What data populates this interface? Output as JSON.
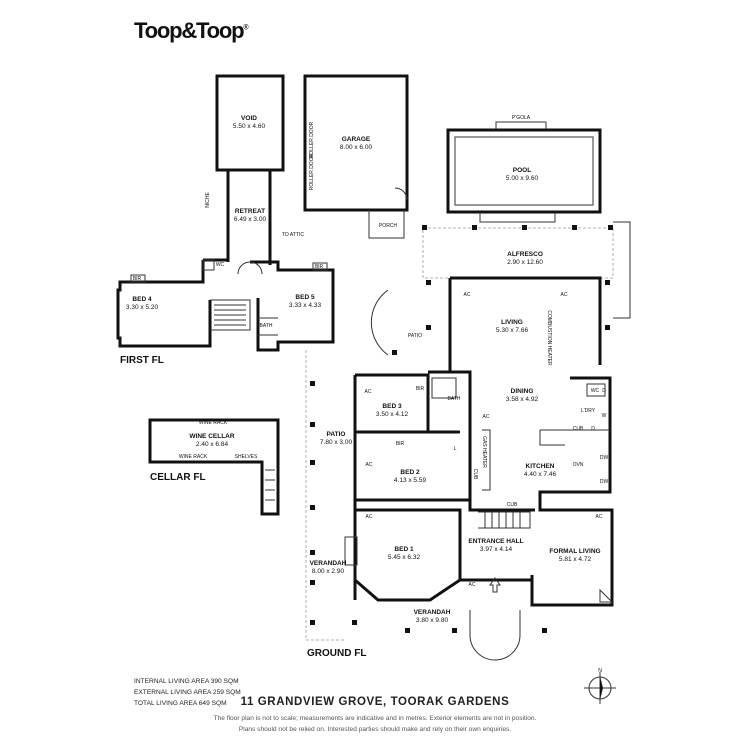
{
  "brand": {
    "logo": "Toop&Toop",
    "reg": "®"
  },
  "rooms": {
    "void": {
      "name": "VOID",
      "dim": "5.50 x 4.60"
    },
    "garage": {
      "name": "GARAGE",
      "dim": "8.00 x 6.00"
    },
    "retreat": {
      "name": "RETREAT",
      "dim": "6.49 x 3.00"
    },
    "bed4": {
      "name": "BED 4",
      "dim": "3.30 x 5.20"
    },
    "bed5": {
      "name": "BED 5",
      "dim": "3.33 x 4.33"
    },
    "pool": {
      "name": "POOL",
      "dim": "5.00 x 9.60"
    },
    "alfresco": {
      "name": "ALFRESCO",
      "dim": "2.90 x 12.60"
    },
    "living": {
      "name": "LIVING",
      "dim": "5.30 x 7.66"
    },
    "dining": {
      "name": "DINING",
      "dim": "3.58 x 4.92"
    },
    "bed3": {
      "name": "BED 3",
      "dim": "3.50 x 4.12"
    },
    "wine_cellar": {
      "name": "WINE CELLAR",
      "dim": "2.40 x 6.84"
    },
    "patio_ground": {
      "name": "PATIO",
      "dim": "7.80 x 3.00"
    },
    "bed2": {
      "name": "BED 2",
      "dim": "4.13 x 5.59"
    },
    "kitchen": {
      "name": "KITCHEN",
      "dim": "4.40 x 7.46"
    },
    "entrance": {
      "name": "ENTRANCE HALL",
      "dim": "3.97 x 4.14"
    },
    "bed1": {
      "name": "BED 1",
      "dim": "5.45 x 6.32"
    },
    "formal_living": {
      "name": "FORMAL LIVING",
      "dim": "5.81 x 4.72"
    },
    "verandah_side": {
      "name": "VERANDAH",
      "dim": "8.00 x 2.90"
    },
    "verandah_front": {
      "name": "VERANDAH",
      "dim": "3.80 x 9.80"
    }
  },
  "labels": {
    "porch": "PORCH",
    "pgola": "P'GOLA",
    "niche": "NICHE",
    "to_attic": "TO ATTIC",
    "wc": "WC",
    "bir": "BIR",
    "bath": "BATH",
    "patio": "PATIO",
    "combustion_heater": "COMBUSTION HEATER",
    "ldry": "L'DRY",
    "wine_rack": "WINE RACK",
    "shelves": "SHELVES",
    "gas_heater": "GAS HEATER",
    "cub": "CUB",
    "ovn": "OVN",
    "dw": "DW",
    "l": "L",
    "ac": "AC",
    "d": "D",
    "w": "W",
    "roller_door": "ROLLER DOOR",
    "north": "N"
  },
  "floors": {
    "first": "FIRST FL",
    "cellar": "CELLAR FL",
    "ground": "GROUND FL"
  },
  "areas": [
    "INTERNAL LIVING AREA 390 SQM",
    "EXTERNAL LIVING AREA 259 SQM",
    "TOTAL LIVING AREA 649 SQM"
  ],
  "address": "11 GRANDVIEW GROVE, TOORAK GARDENS",
  "disclaimer": [
    "The floor plan is not to scale; measurements are indicative and in metres. Exterior elements are not in position.",
    "Plans should not be relied on. Interested parties should make and rely on their own enquiries."
  ]
}
